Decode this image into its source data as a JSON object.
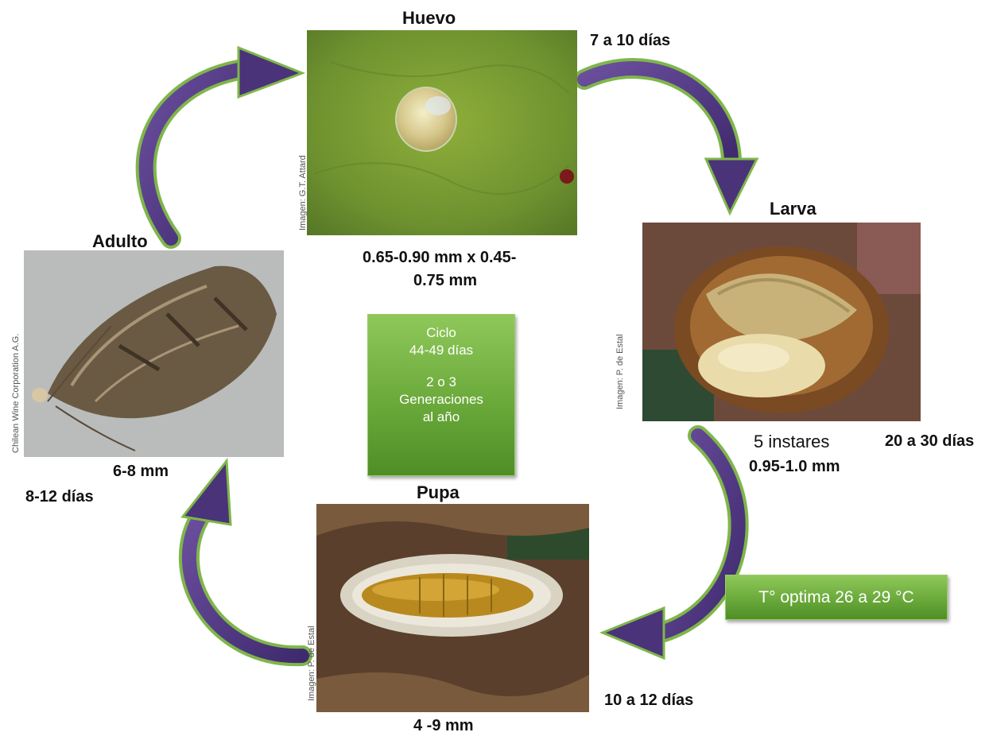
{
  "stages": {
    "huevo": {
      "title": "Huevo",
      "duration": "7 a 10 días",
      "size_line1": "0.65-0.90 mm x 0.45-",
      "size_line2": "0.75 mm",
      "credit": "Imagen: G.T. Attard"
    },
    "larva": {
      "title": "Larva",
      "instars": "5 instares",
      "size": "0.95-1.0 mm",
      "duration": "20 a 30 días",
      "credit": "Imagen: P. de Estal"
    },
    "pupa": {
      "title": "Pupa",
      "size": "4 -9 mm",
      "duration": "10 a 12 días",
      "credit": "Imagen: P. de Estal"
    },
    "adulto": {
      "title": "Adulto",
      "size": "6-8 mm",
      "duration": "8-12 días",
      "credit": "Chilean Wine Corporation A.G."
    }
  },
  "cycle_box": {
    "line1": "Ciclo",
    "line2": "44-49 días",
    "line3": "2 o 3",
    "line4": "Generaciones",
    "line5": "al año"
  },
  "temperature_box": {
    "text": "T° optima 26 a 29 °C"
  },
  "colors": {
    "arrow_purple": "#5b3f8c",
    "arrow_green": "#7fb64a",
    "box_green": "#6aa93a"
  }
}
